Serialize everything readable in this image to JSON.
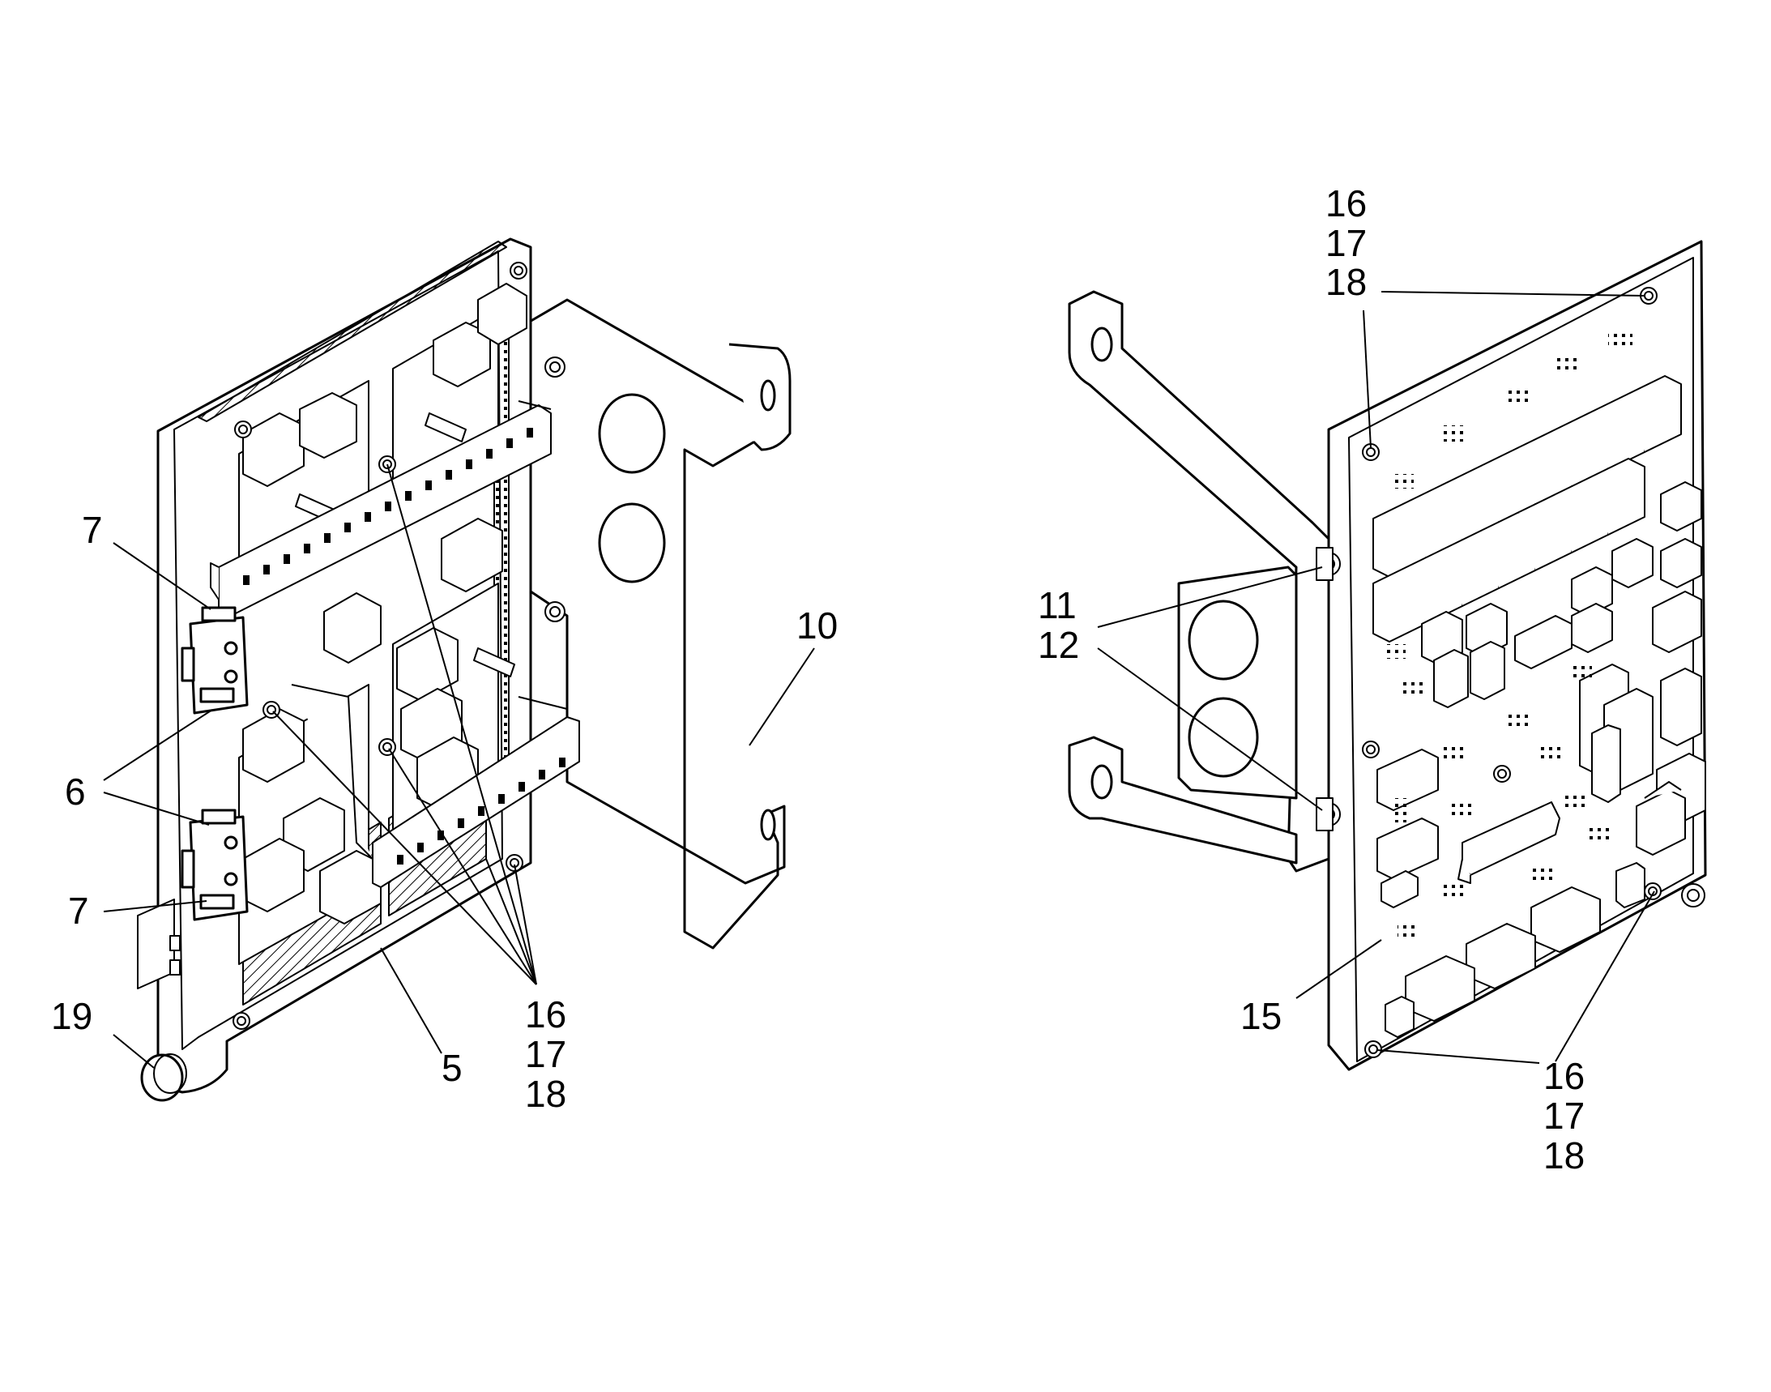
{
  "labels": {
    "l_7a": "7",
    "l_6": "6",
    "l_7b": "7",
    "l_19": "19",
    "l_5": "5",
    "l_16a": "16",
    "l_17a": "17",
    "l_18a": "18",
    "l_10": "10",
    "l_16b": "16",
    "l_17b": "17",
    "l_18b": "18",
    "l_11": "11",
    "l_12": "12",
    "l_15": "15",
    "l_16c": "16",
    "l_17c": "17",
    "l_18c": "18"
  }
}
